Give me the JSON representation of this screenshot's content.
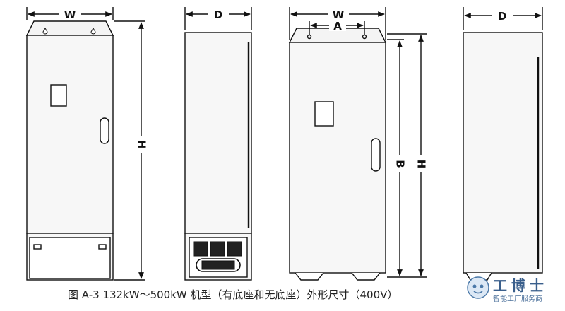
{
  "labels": {
    "w1": "W",
    "d1": "D",
    "h1": "H",
    "w2": "W",
    "a2": "A",
    "b2": "B",
    "h2": "H",
    "d2": "D"
  },
  "caption": "图 A-3 132kW～500kW 机型（有底座和无底座）外形尺寸（400V）",
  "watermark": {
    "title": "工博士",
    "subtitle": "智能工厂服务商"
  }
}
